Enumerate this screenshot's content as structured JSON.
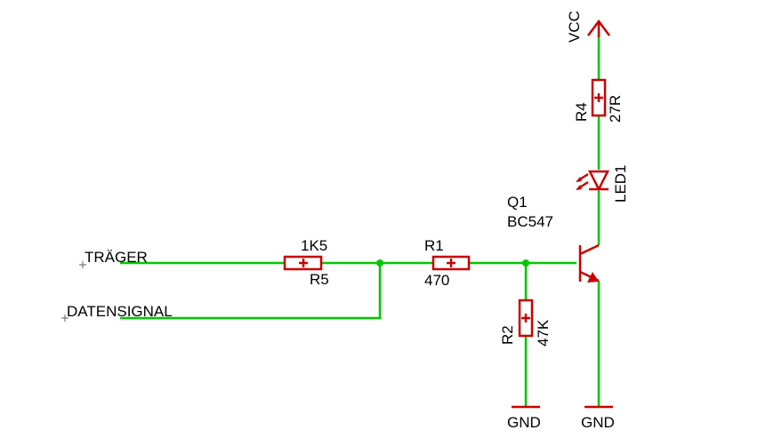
{
  "nets": {
    "traeger": "TRÄGER",
    "datensignal": "DATENSIGNAL",
    "vcc": "VCC",
    "gnd_r2": "GND",
    "gnd_q1": "GND"
  },
  "components": {
    "r5": {
      "name": "R5",
      "value": "1K5"
    },
    "r1": {
      "name": "R1",
      "value": "470"
    },
    "r2": {
      "name": "R2",
      "value": "47K"
    },
    "r4": {
      "name": "R4",
      "value": "27R"
    },
    "led1": {
      "name": "LED1"
    },
    "q1": {
      "name": "Q1",
      "value": "BC547"
    }
  },
  "colors": {
    "wire": "#00c800",
    "part": "#c80000",
    "text": "#000000",
    "background": "#ffffff"
  }
}
